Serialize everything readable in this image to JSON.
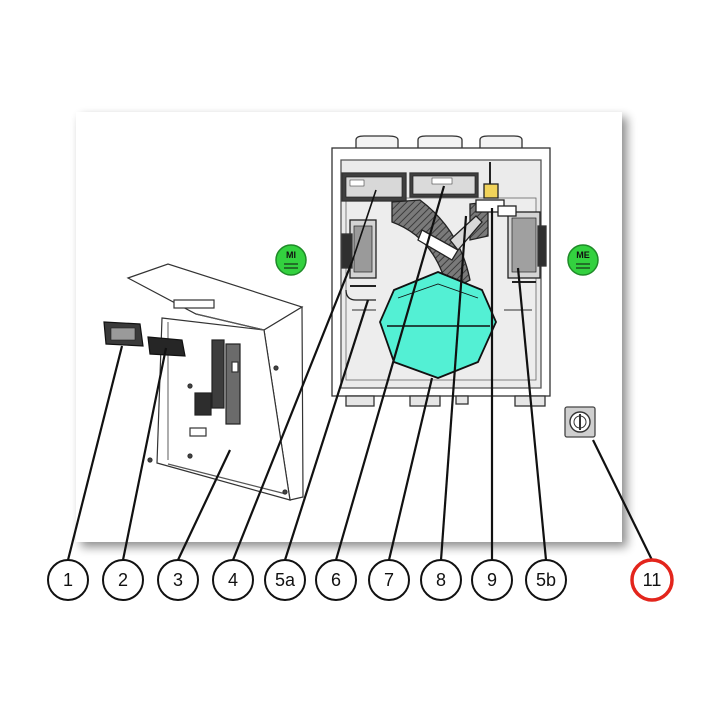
{
  "colors": {
    "heat_exchanger": "#53f0d4",
    "badge_green": "#33d13f",
    "highlight_red": "#e3251c",
    "line": "#111111",
    "panel_shadow": "#c9c9c9"
  },
  "badges": {
    "left": "MI",
    "right": "ME"
  },
  "callouts": [
    {
      "label": "1",
      "highlight": false
    },
    {
      "label": "2",
      "highlight": false
    },
    {
      "label": "3",
      "highlight": false
    },
    {
      "label": "4",
      "highlight": false
    },
    {
      "label": "5a",
      "highlight": false
    },
    {
      "label": "6",
      "highlight": false
    },
    {
      "label": "7",
      "highlight": false
    },
    {
      "label": "8",
      "highlight": false
    },
    {
      "label": "9",
      "highlight": false
    },
    {
      "label": "5b",
      "highlight": false
    },
    {
      "label": "11",
      "highlight": true
    }
  ],
  "icons": {
    "switch": "rotary-switch-icon"
  }
}
